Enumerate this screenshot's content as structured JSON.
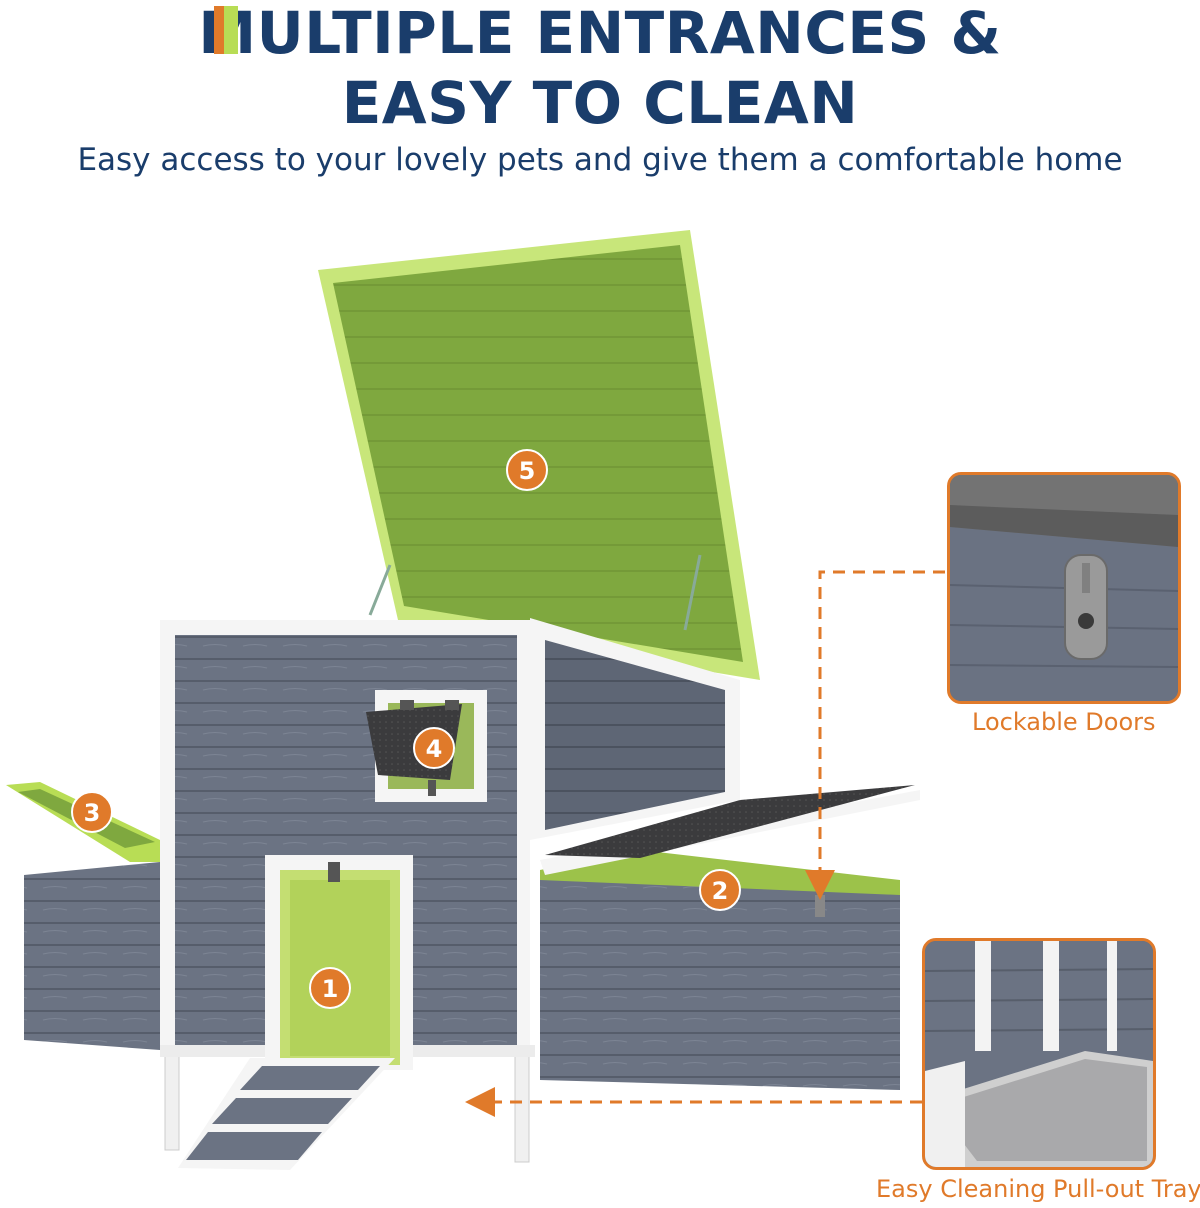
{
  "header": {
    "title_line1": "MULTIPLE ENTRANCES &",
    "title_line2": "EASY TO CLEAN",
    "subtitle": "Easy access to your lovely pets and give them a comfortable home"
  },
  "callouts": [
    {
      "number": "1",
      "part": "front-door"
    },
    {
      "number": "2",
      "part": "nesting-box-lid"
    },
    {
      "number": "3",
      "part": "left-nesting-box-lid"
    },
    {
      "number": "4",
      "part": "window-door"
    },
    {
      "number": "5",
      "part": "roof-lid"
    }
  ],
  "insets": {
    "lock": {
      "caption": "Lockable Doors"
    },
    "tray": {
      "caption": "Easy Cleaning Pull-out Tray"
    }
  },
  "colors": {
    "title": "#1a3d6b",
    "accent_orange": "#e07a2a",
    "accent_green": "#b8dd55",
    "wood_gray": "#6b7383",
    "interior_green": "#7fa83f",
    "roof_felt": "#3a3a3a",
    "trim_white": "#f5f5f5"
  }
}
